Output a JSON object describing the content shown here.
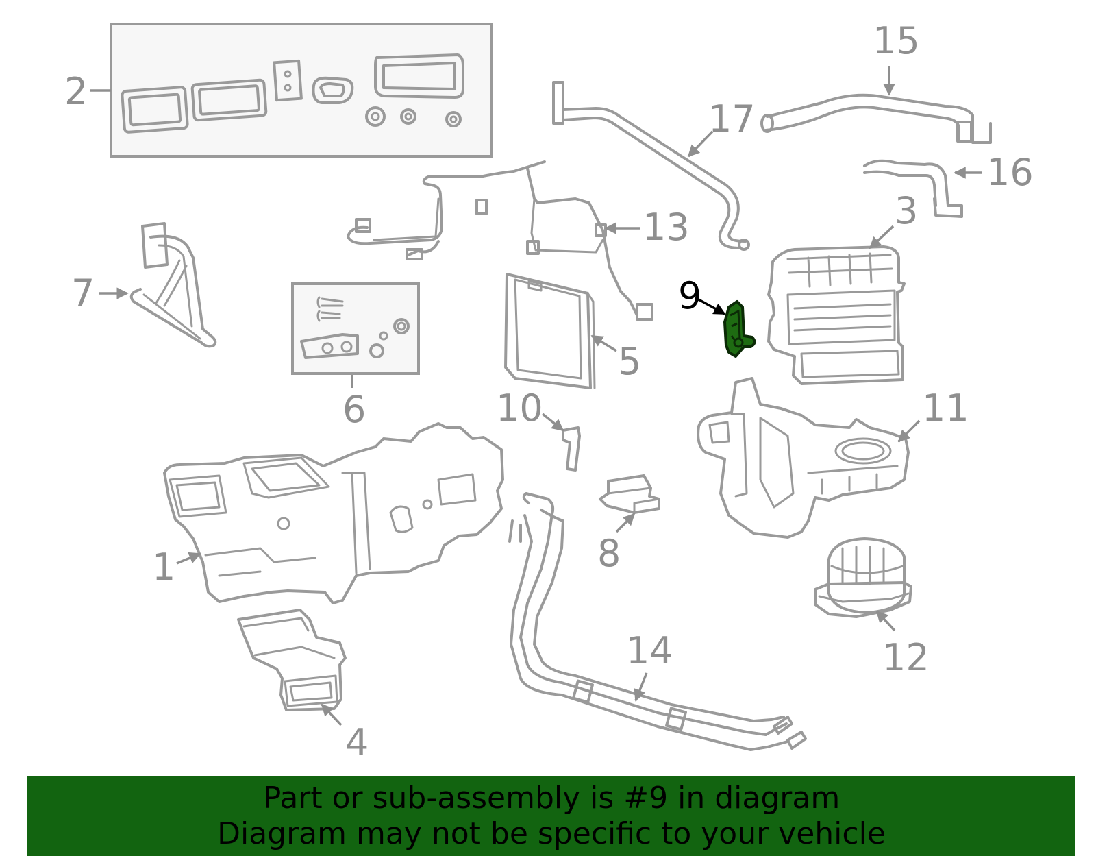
{
  "diagram": {
    "highlighted_part": "9",
    "highlight_color": "#1e6b12",
    "part_color": "#9a9a9a",
    "callouts": [
      "1",
      "2",
      "3",
      "4",
      "5",
      "6",
      "7",
      "8",
      "9",
      "10",
      "11",
      "12",
      "13",
      "14",
      "15",
      "16",
      "17"
    ]
  },
  "banner": {
    "background": "#126410",
    "line1": "Part or sub-assembly is #9 in diagram",
    "line2": "Diagram may not be specific to your vehicle"
  }
}
